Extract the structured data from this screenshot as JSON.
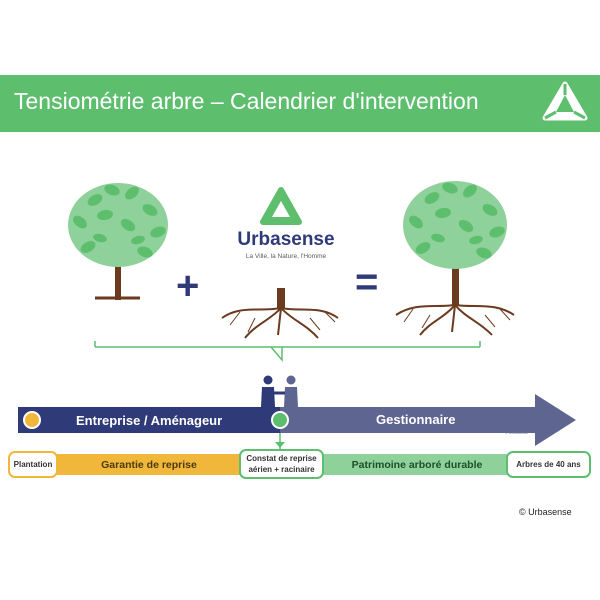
{
  "header": {
    "title": "Tensiométrie arbre – Calendrier d'intervention",
    "logo_icon": "urbasense-triangle-logo-icon"
  },
  "equation": {
    "tree_left_icon": "tree-icon",
    "plus": "+",
    "brand_name": "Urbasense",
    "brand_tagline": "La Ville, la Nature, l'Homme",
    "roots_icon": "roots-icon",
    "equals": "=",
    "tree_right_icon": "tree-with-roots-icon"
  },
  "timeline": {
    "segment_left": "Entreprise / Aménageur",
    "segment_right": "Gestionnaire",
    "small_copyright": "© Urbasense",
    "handshake_icon": "handshake-icon"
  },
  "phases": {
    "plantation": "Plantation",
    "garantie": "Garantie de reprise",
    "constat_line1": "Constat de reprise",
    "constat_line2": "aérien + racinaire",
    "patrimoine": "Patrimoine arboré durable",
    "arbres": "Arbres de 40 ans"
  },
  "footer": {
    "copyright": "© Urbasense"
  },
  "colors": {
    "green": "#5dbe6e",
    "navy": "#2f3a78",
    "slate": "#5f6591",
    "yellow": "#f0b73a",
    "light_green": "#8fd19a",
    "brown": "#6b3a1f"
  }
}
